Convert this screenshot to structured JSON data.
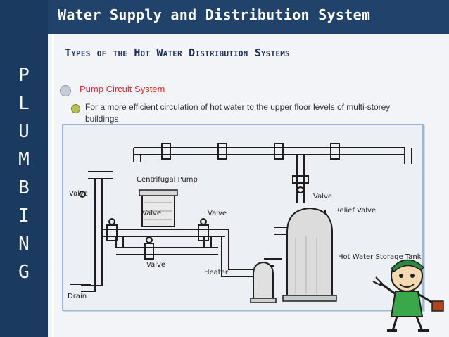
{
  "header": {
    "title": "Water Supply and Distribution System"
  },
  "side_word": [
    "P",
    "L",
    "U",
    "M",
    "B",
    "I",
    "N",
    "G"
  ],
  "slide": {
    "subtitle": "Types of the Hot Water Distribution Systems",
    "bullet1": "Pump Circuit System",
    "bullet2": "For a more efficient circulation of hot water to the upper floor levels of multi-storey buildings"
  },
  "diagram": {
    "labels": {
      "valve_left": "Valve",
      "pump": "Centrifugal Pump",
      "valve_pump_left": "Valve",
      "valve_pump_right": "Valve",
      "valve_bottom": "Valve",
      "valve_right": "Valve",
      "relief_valve": "Relief Valve",
      "heater": "Heater",
      "storage_tank": "Hot Water Storage Tank",
      "drain": "Drain"
    }
  },
  "icons": [
    "pump-icon",
    "valve-icon",
    "heater-icon",
    "storage-tank-icon",
    "plumber-cartoon"
  ],
  "colors": {
    "sidebar": "#1b3a60",
    "header": "#21426b",
    "accent_red": "#d62a2a",
    "bullet_green": "#b8c04a",
    "content_bg": "#f3f4f8"
  }
}
